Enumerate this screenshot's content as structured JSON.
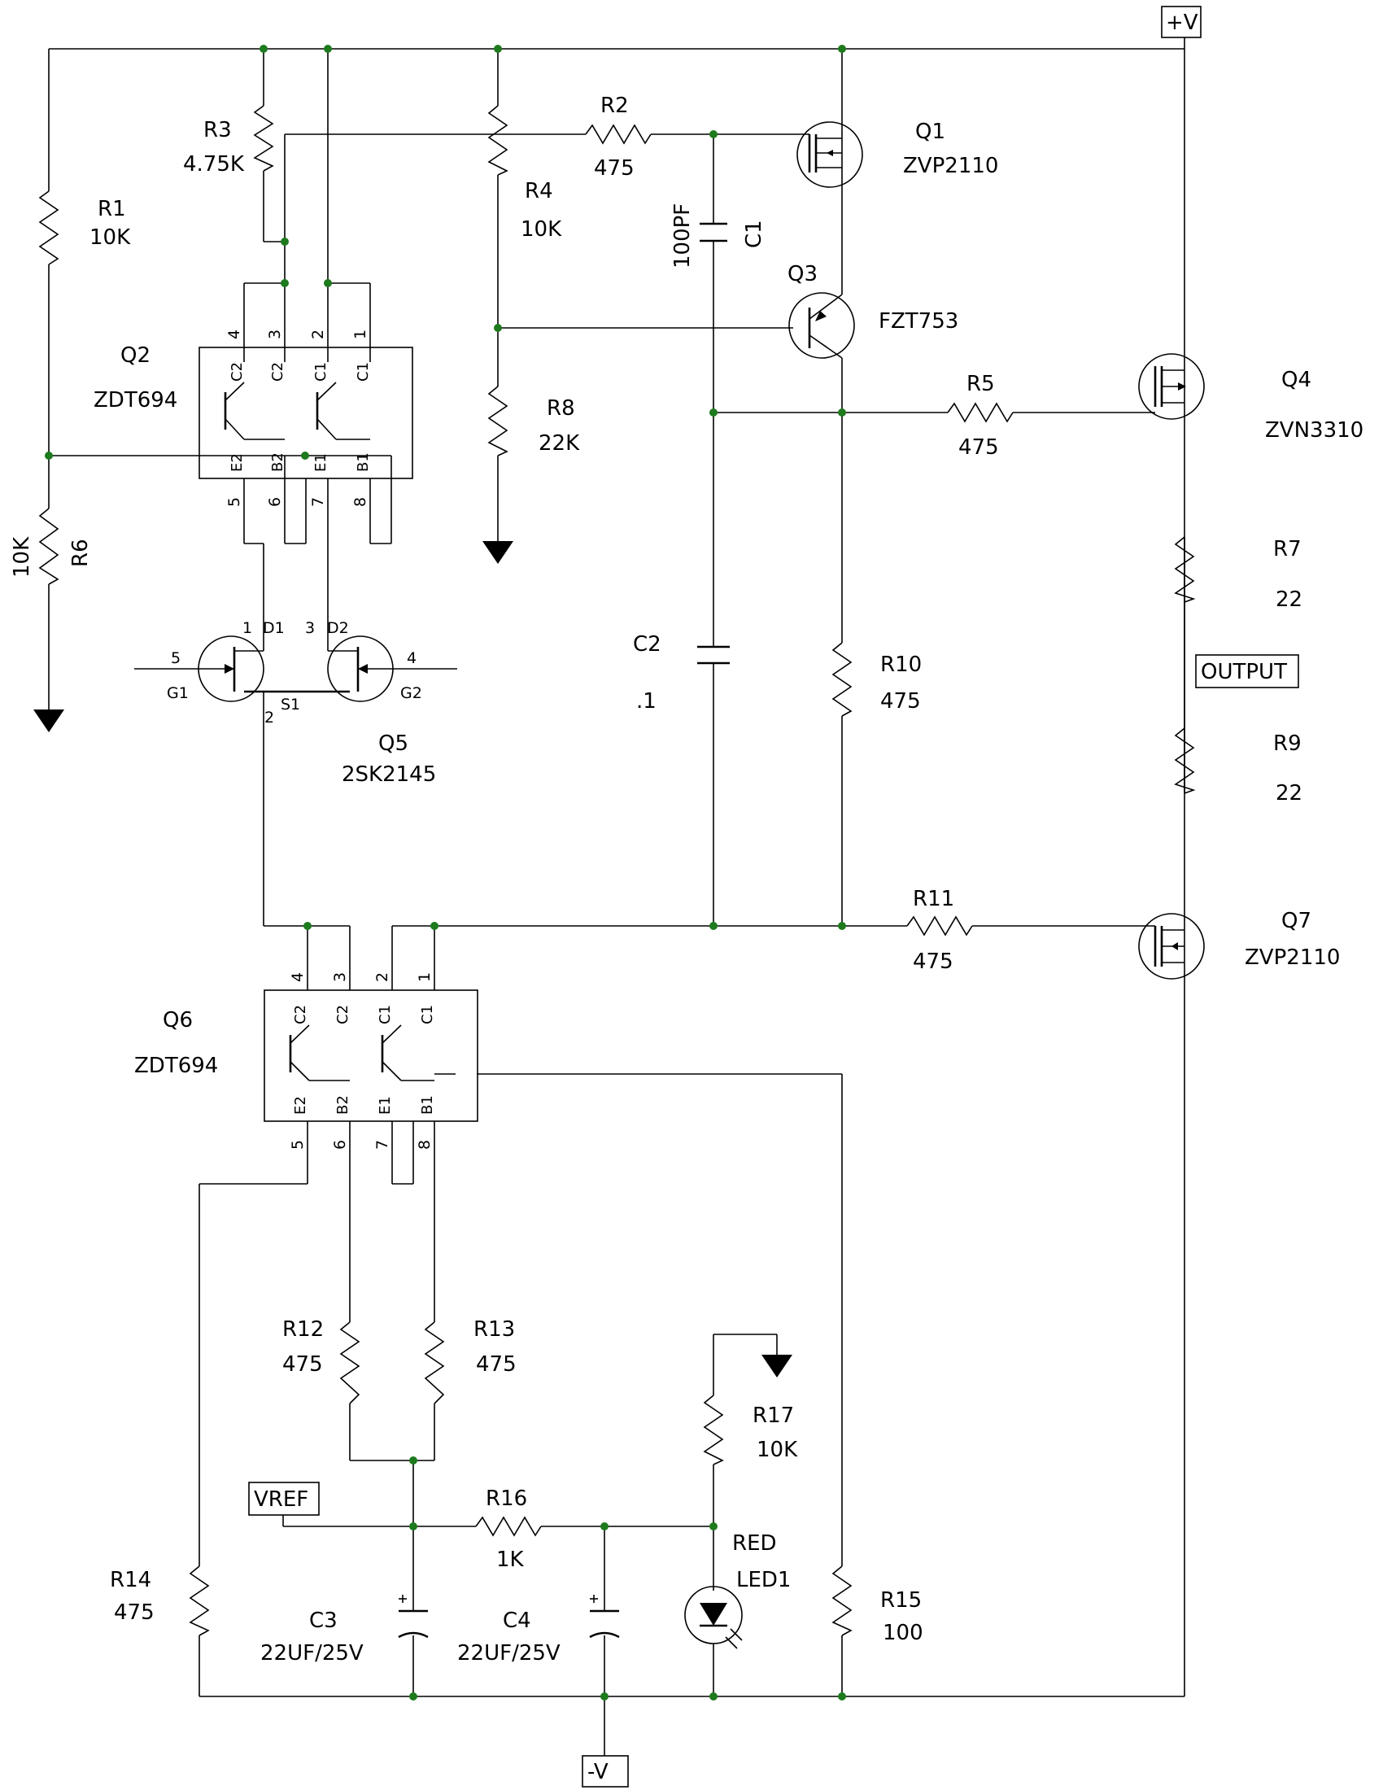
{
  "ports": {
    "vplus": "+V",
    "vminus": "-V",
    "output": "OUTPUT",
    "vref": "VREF"
  },
  "components": {
    "r1": {
      "ref": "R1",
      "value": "10K"
    },
    "r2": {
      "ref": "R2",
      "value": "475"
    },
    "r3": {
      "ref": "R3",
      "value": "4.75K"
    },
    "r4": {
      "ref": "R4",
      "value": "10K"
    },
    "r5": {
      "ref": "R5",
      "value": "475"
    },
    "r6": {
      "ref": "R6",
      "value": "10K"
    },
    "r7": {
      "ref": "R7",
      "value": "22"
    },
    "r8": {
      "ref": "R8",
      "value": "22K"
    },
    "r9": {
      "ref": "R9",
      "value": "22"
    },
    "r10": {
      "ref": "R10",
      "value": "475"
    },
    "r11": {
      "ref": "R11",
      "value": "475"
    },
    "r12": {
      "ref": "R12",
      "value": "475"
    },
    "r13": {
      "ref": "R13",
      "value": "475"
    },
    "r14": {
      "ref": "R14",
      "value": "475"
    },
    "r15": {
      "ref": "R15",
      "value": "100"
    },
    "r16": {
      "ref": "R16",
      "value": "1K"
    },
    "r17": {
      "ref": "R17",
      "value": "10K"
    },
    "c1": {
      "ref": "C1",
      "value": "100PF"
    },
    "c2": {
      "ref": "C2",
      "value": ".1"
    },
    "c3": {
      "ref": "C3",
      "value": "22UF/25V"
    },
    "c4": {
      "ref": "C4",
      "value": "22UF/25V"
    },
    "q1": {
      "ref": "Q1",
      "value": "ZVP2110"
    },
    "q2": {
      "ref": "Q2",
      "value": "ZDT694"
    },
    "q3": {
      "ref": "Q3",
      "value": "FZT753"
    },
    "q4": {
      "ref": "Q4",
      "value": "ZVN3310"
    },
    "q5": {
      "ref": "Q5",
      "value": "2SK2145"
    },
    "q6": {
      "ref": "Q6",
      "value": "ZDT694"
    },
    "q7": {
      "ref": "Q7",
      "value": "ZVP2110"
    },
    "led1": {
      "ref": "LED1",
      "value": "RED"
    }
  },
  "pins": {
    "zdt_pin_numbers": [
      "4",
      "3",
      "2",
      "1",
      "5",
      "6",
      "7",
      "8"
    ],
    "zdt_pin_names_top": [
      "C2",
      "C2",
      "C1",
      "C1"
    ],
    "zdt_pin_names_bottom": [
      "E2",
      "B2",
      "E1",
      "B1"
    ],
    "q5": {
      "d1": "D1",
      "d2": "D2",
      "s1": "S1",
      "g1": "G1",
      "g2": "G2",
      "pin_d1": "1",
      "pin_d2": "3",
      "pin_s": "2",
      "pin_g1": "5",
      "pin_g2": "4"
    }
  },
  "colors": {
    "wire": "#000000",
    "junction": "#1d7a1d"
  }
}
